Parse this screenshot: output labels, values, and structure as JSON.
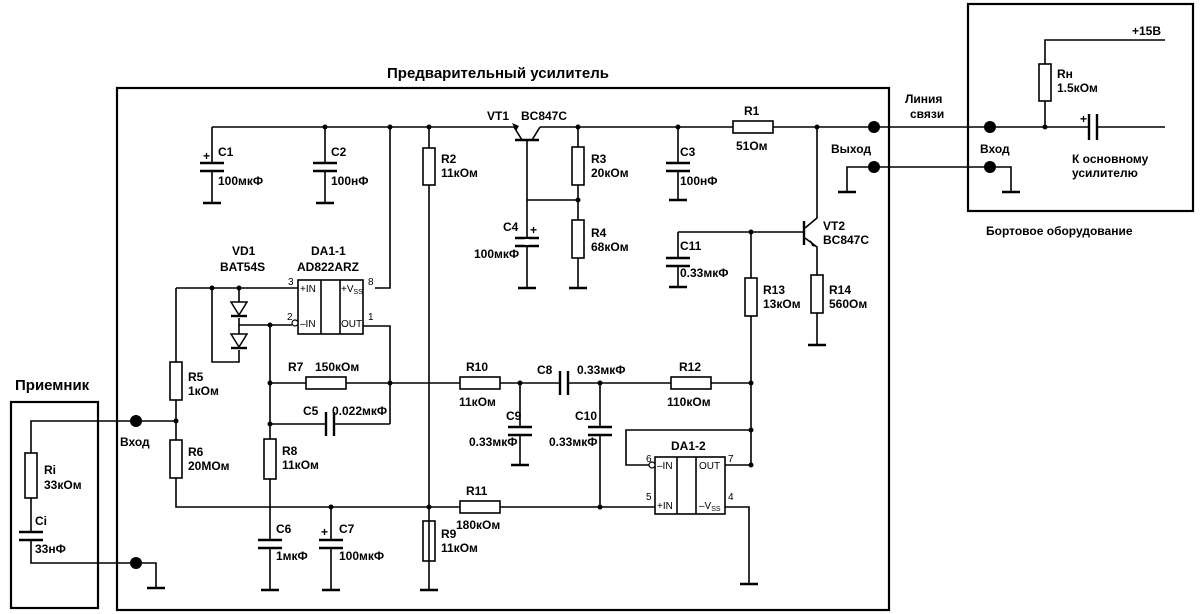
{
  "titles": {
    "preamp": "Предварительный усилитель",
    "receiver": "Приемник",
    "onboard": "Бортовое оборудование",
    "line": [
      "Линия",
      "связи"
    ],
    "output": "Выход",
    "input_right": "Вход",
    "input_left": "Вход",
    "main_amp": [
      "К основному",
      "усилителю"
    ],
    "supply": "+15В"
  },
  "components": {
    "C1": {
      "name": "C1",
      "value": "100мкФ"
    },
    "C2": {
      "name": "C2",
      "value": "100нФ"
    },
    "C3": {
      "name": "C3",
      "value": "100нФ"
    },
    "C4": {
      "name": "C4",
      "value": "100мкФ"
    },
    "C5": {
      "name": "C5",
      "value": "0.022мкФ"
    },
    "C6": {
      "name": "C6",
      "value": "1мкФ"
    },
    "C7": {
      "name": "C7",
      "value": "100мкФ"
    },
    "C8": {
      "name": "C8",
      "value": "0.33мкФ"
    },
    "C9": {
      "name": "C9",
      "value": "0.33мкФ"
    },
    "C10": {
      "name": "C10",
      "value": "0.33мкФ"
    },
    "C11": {
      "name": "C11",
      "value": "0.33мкФ"
    },
    "R1": {
      "name": "R1",
      "value": "51Ом"
    },
    "R2": {
      "name": "R2",
      "value": "11кОм"
    },
    "R3": {
      "name": "R3",
      "value": "20кОм"
    },
    "R4": {
      "name": "R4",
      "value": "68кОм"
    },
    "R5": {
      "name": "R5",
      "value": "1кОм"
    },
    "R6": {
      "name": "R6",
      "value": "20МОм"
    },
    "R7": {
      "name": "R7",
      "value": "150кОм"
    },
    "R8": {
      "name": "R8",
      "value": "11кОм"
    },
    "R9": {
      "name": "R9",
      "value": "11кОм"
    },
    "R10": {
      "name": "R10",
      "value": "11кОм"
    },
    "R11": {
      "name": "R11",
      "value": "180кОм"
    },
    "R12": {
      "name": "R12",
      "value": "110кОм"
    },
    "R13": {
      "name": "R13",
      "value": "13кОм"
    },
    "R14": {
      "name": "R14",
      "value": "560Ом"
    },
    "Ri": {
      "name": "Ri",
      "value": "33кОм"
    },
    "Ci": {
      "name": "Ci",
      "value": "33нФ"
    },
    "Rn": {
      "name": "Rн",
      "value": "1.5кОм"
    },
    "VT1": {
      "name": "VT1",
      "value": "BC847C"
    },
    "VT2": {
      "name": "VT2",
      "value": "BC847C"
    },
    "VD1": {
      "name": "VD1",
      "value": "BAT54S"
    },
    "DA1_1": {
      "name": "DA1-1",
      "value": "AD822ARZ"
    },
    "DA1_2": {
      "name": "DA1-2"
    }
  },
  "opamp1": {
    "plus_in": "+IN",
    "minus_in": "–IN",
    "vss": "+V",
    "vss_sub": "SS",
    "out": "OUT",
    "pin3": "3",
    "pin2": "2",
    "pin8": "8",
    "pin1": "1"
  },
  "opamp2": {
    "minus_in": "–IN",
    "plus_in": "+IN",
    "vss": "–V",
    "vss_sub": "SS",
    "out": "OUT",
    "pin6": "6",
    "pin5": "5",
    "pin7": "7",
    "pin4": "4"
  }
}
